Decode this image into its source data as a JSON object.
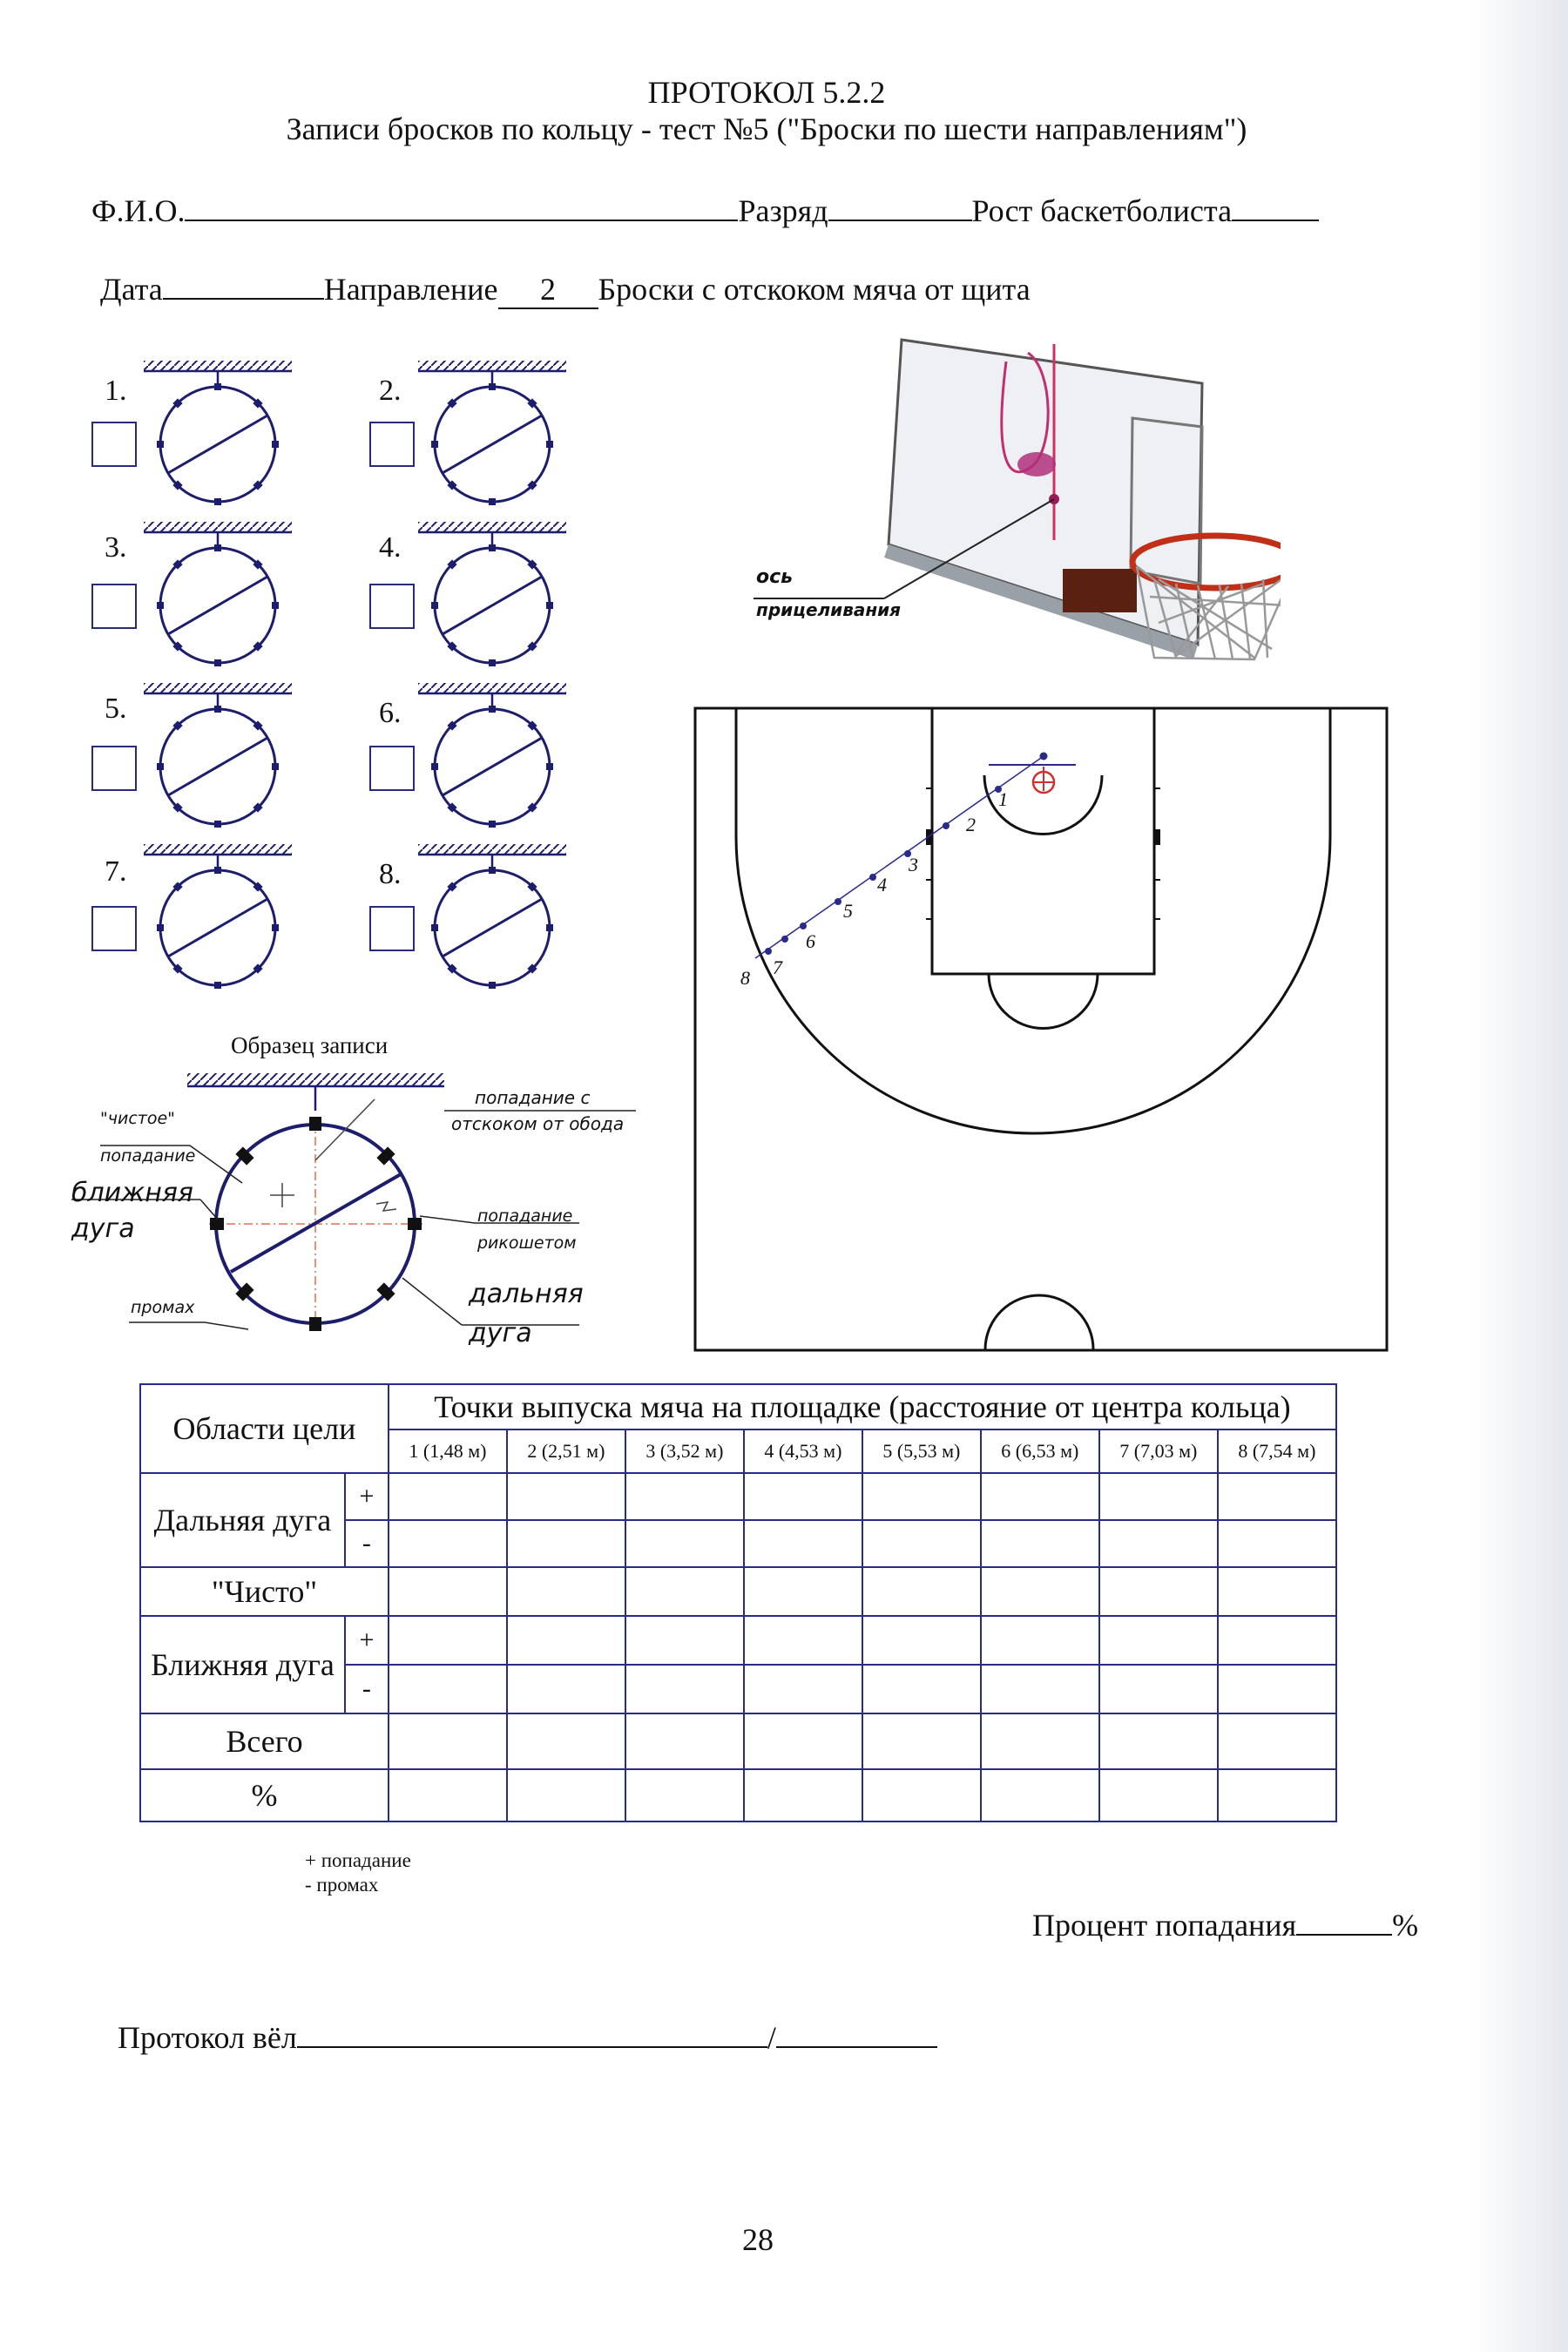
{
  "header": {
    "title": "ПРОТОКОЛ 5.2.2",
    "subtitle": "Записи бросков по кольцу - тест №5 (\"Броски по шести направлениям\")"
  },
  "form": {
    "fio_label": "Ф.И.О.",
    "rank_label": "Разряд",
    "height_label": "Рост баскетболиста",
    "date_label": "Дата",
    "direction_label": "Направление",
    "direction_value": "2",
    "throw_type": "Броски с отскоком мяча от щита"
  },
  "targets": {
    "labels": [
      "1.",
      "2.",
      "3.",
      "4.",
      "5.",
      "6.",
      "7.",
      "8."
    ]
  },
  "backboard": {
    "axis_label_1": "ось",
    "axis_label_2": "прицеливания"
  },
  "court": {
    "points": [
      "1",
      "2",
      "3",
      "4",
      "5",
      "6",
      "7",
      "8"
    ]
  },
  "sample": {
    "title": "Образец записи",
    "clean_hit_1": "\"чистое\"",
    "clean_hit_2": "попадание",
    "near_arc_1": "ближняя",
    "near_arc_2": "дуга",
    "miss": "промах",
    "rim_hit_1": "попадание с",
    "rim_hit_2": "отскоком от обода",
    "ricochet_1": "попадание",
    "ricochet_2": "рикошетом",
    "far_arc_1": "дальняя",
    "far_arc_2": "дуга"
  },
  "table": {
    "col_header_left": "Области цели",
    "col_header_main": "Точки выпуска мяча на площадке (расстояние от центра кольца)",
    "points": [
      "1 (1,48 м)",
      "2 (2,51 м)",
      "3 (3,52 м)",
      "4 (4,53 м)",
      "5 (5,53 м)",
      "6 (6,53 м)",
      "7 (7,03 м)",
      "8 (7,54 м)"
    ],
    "far_arc": "Дальняя дуга",
    "clean": "\"Чисто\"",
    "near_arc": "Ближняя дуга",
    "plus": "+",
    "minus": "-",
    "total": "Всего",
    "percent": "%"
  },
  "legend": {
    "plus": "+ попадание",
    "minus": "- промах"
  },
  "footer": {
    "hit_percent_label": "Процент попадания",
    "percent_sign": "%",
    "protocol_by": "Протокол вёл",
    "slash": "/",
    "page_number": "28"
  }
}
